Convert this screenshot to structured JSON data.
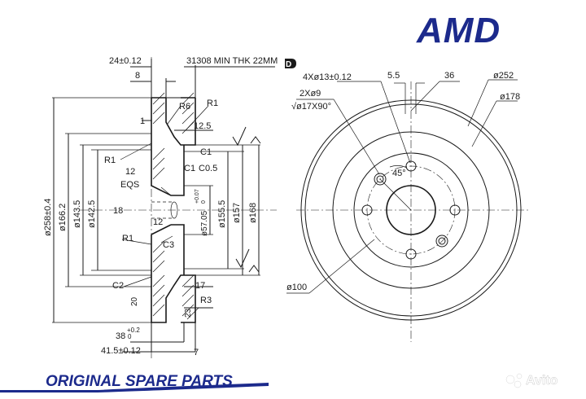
{
  "brand": {
    "logo_text": "AMD",
    "color": "#1c2a8c"
  },
  "footer": {
    "text": "ORIGINAL SPARE PARTS",
    "color": "#1c2a8c"
  },
  "watermark": {
    "text": "Avito"
  },
  "drawing": {
    "part_number_note": "31308 MIN THK 22MM",
    "section_marker": "D",
    "section": {
      "width_top": "24±0.12",
      "width_top_sub": "8",
      "r6": "R6",
      "r1_top": "R1",
      "one": "1",
      "w12_5": "12.5",
      "c1_top": "C1",
      "r1_left": "R1",
      "c1_mid": "C1",
      "c05": "C0.5",
      "n12_top": "12",
      "eqs": "EQS",
      "n18": "18",
      "n12_bot": "12",
      "r1_low": "R1",
      "c3": "C3",
      "c2": "C2",
      "n17": "17",
      "r3": "R3",
      "n20": "20",
      "n23": "23",
      "w38": "38",
      "w38_tol": "+0.2",
      "w38_tol2": "0",
      "w41": "41.5±0.12",
      "n7": "7",
      "d258": "ø258±0.4",
      "d166": "ø166.2",
      "d143": "ø143.5",
      "d142": "ø142.5",
      "d57": "ø57.05",
      "d57_tol": "+0.07",
      "d57_tol2": "0",
      "d155": "ø155.5",
      "d157": "ø157",
      "d168": "ø168"
    },
    "front": {
      "holes": "4Xø13±0.12",
      "holes2": "2Xø9",
      "csk": "√ø17X90°",
      "n55": "5.5",
      "n36": "36",
      "d252": "ø252",
      "d178": "ø178",
      "angle": "45°",
      "d100": "ø100"
    }
  }
}
